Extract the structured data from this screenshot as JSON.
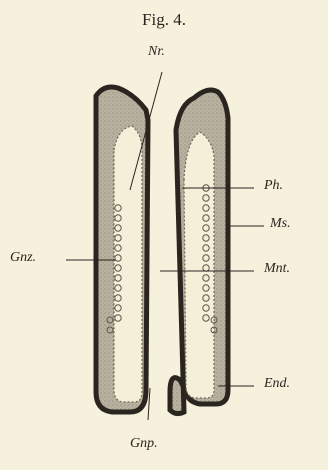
{
  "figure": {
    "title": "Fig. 4.",
    "labels": {
      "nr": "Nr.",
      "ph": "Ph.",
      "ms": "Ms.",
      "gnz": "Gnz.",
      "mnt": "Mnt.",
      "end": "End.",
      "gnp": "Gnp."
    }
  },
  "colors": {
    "background": "#f6f1dc",
    "outer_wall": "#2b2520",
    "tissue_fill": "#b5ae9c",
    "inner_cavity": "#f6f1dc",
    "gonad_cells": "#8d8677"
  }
}
